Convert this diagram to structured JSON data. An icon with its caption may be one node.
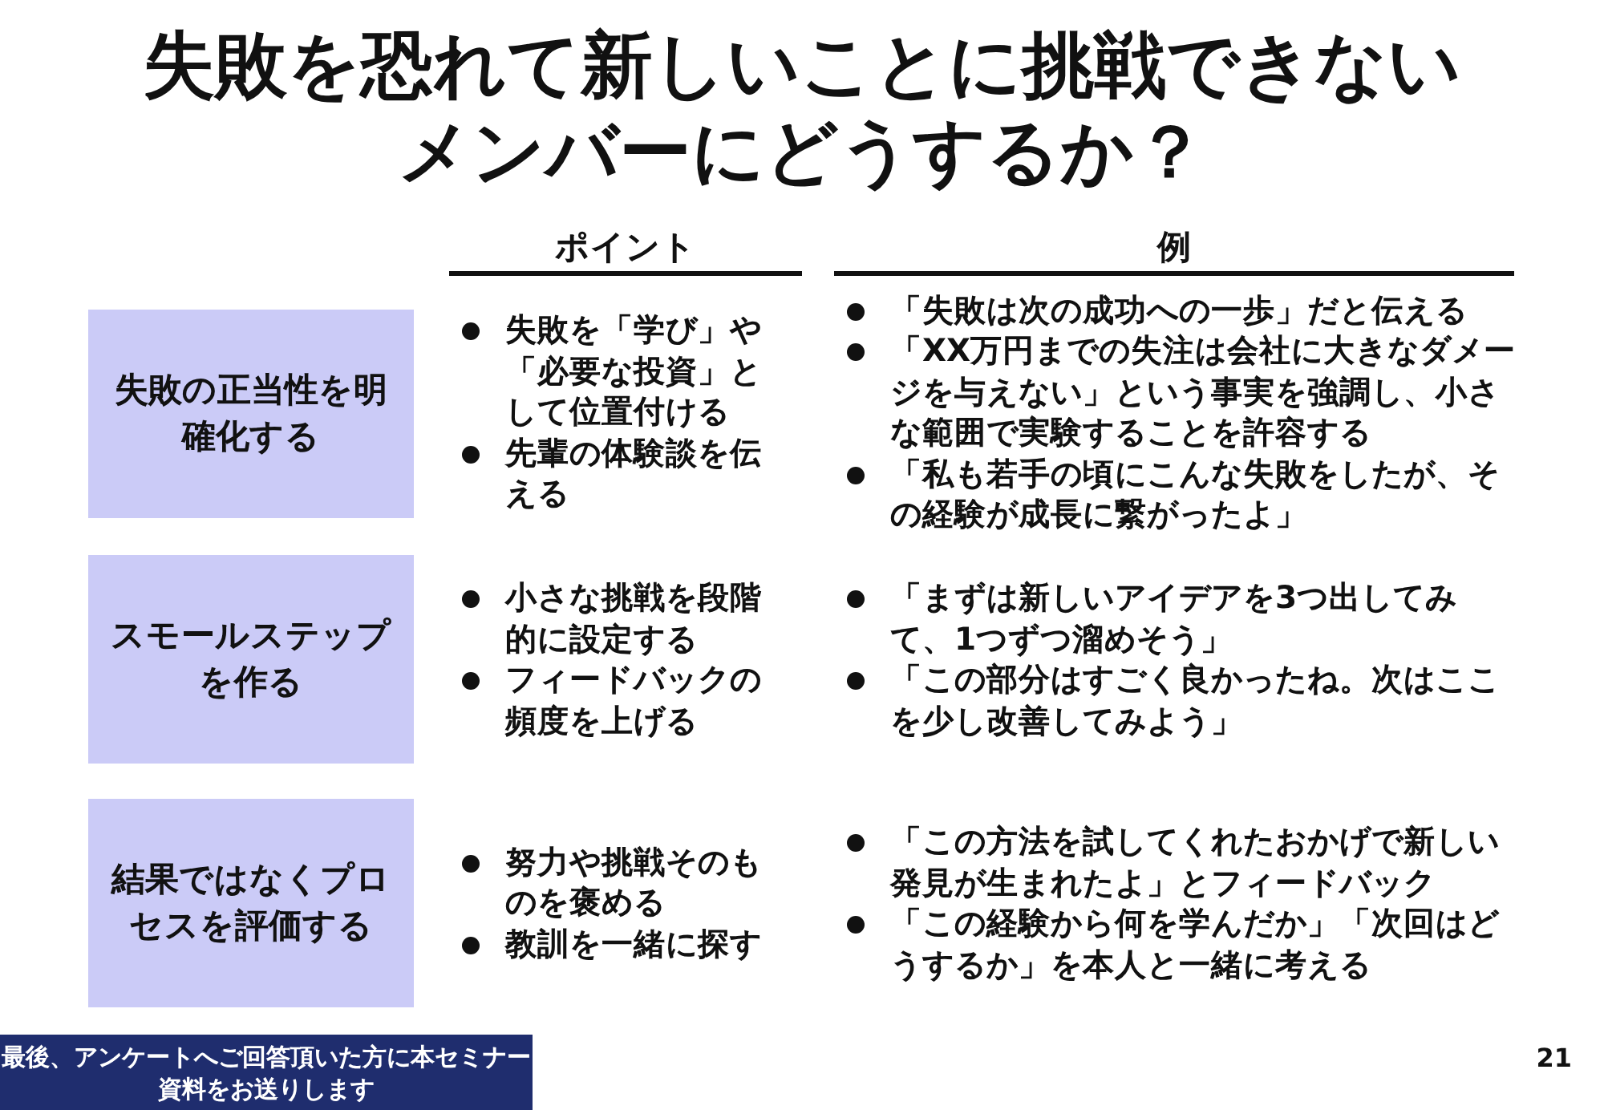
{
  "diagram": {
    "title": "失敗を恐れて新しいことに挑戦できないメンバーにどうするか？",
    "nodes": [
      {
        "text": [
          "失敗の正当性を明確化する"
        ]
      },
      {
        "text": [
          "スモールステップを作る"
        ]
      },
      {
        "text": [
          "結果ではなくプロセスを評価する"
        ]
      },
      {
        "text": [
          "最後、アンケートへご回答頂いた方に本セミナー資料をお送りします"
        ]
      }
    ],
    "labels": [
      "ポイント",
      "例",
      "失敗を「学び」や「必要な投資」として位置付ける",
      "先輩の体験談を伝える",
      "「失敗は次の成功への一歩」だと伝える",
      "「XX万円までの失注は会社に大きなダメージを与えない」という事実を強調し、小さな範囲で実験することを許容する",
      "「私も若手の頃にこんな失敗をしたが、その経験が成長に繋がったよ」",
      "小さな挑戦を段階的に設定する",
      "フィードバックの頻度を上げる",
      "「まずは新しいアイデアを3つ出してみて、1つずつ溜めそう」",
      "「この部分はすごく良かったね。次はここを少し改善してみよう」",
      "努力や挑戦そのものを褒める",
      "教訓を一緒に探す",
      "「この方法を試してくれたおかげで新しい発見が生まれたよ」とフィードバック",
      "「この経験から何を学んだか」「次回はどうするか」を本人と一緒に考える",
      "21"
    ]
  }
}
